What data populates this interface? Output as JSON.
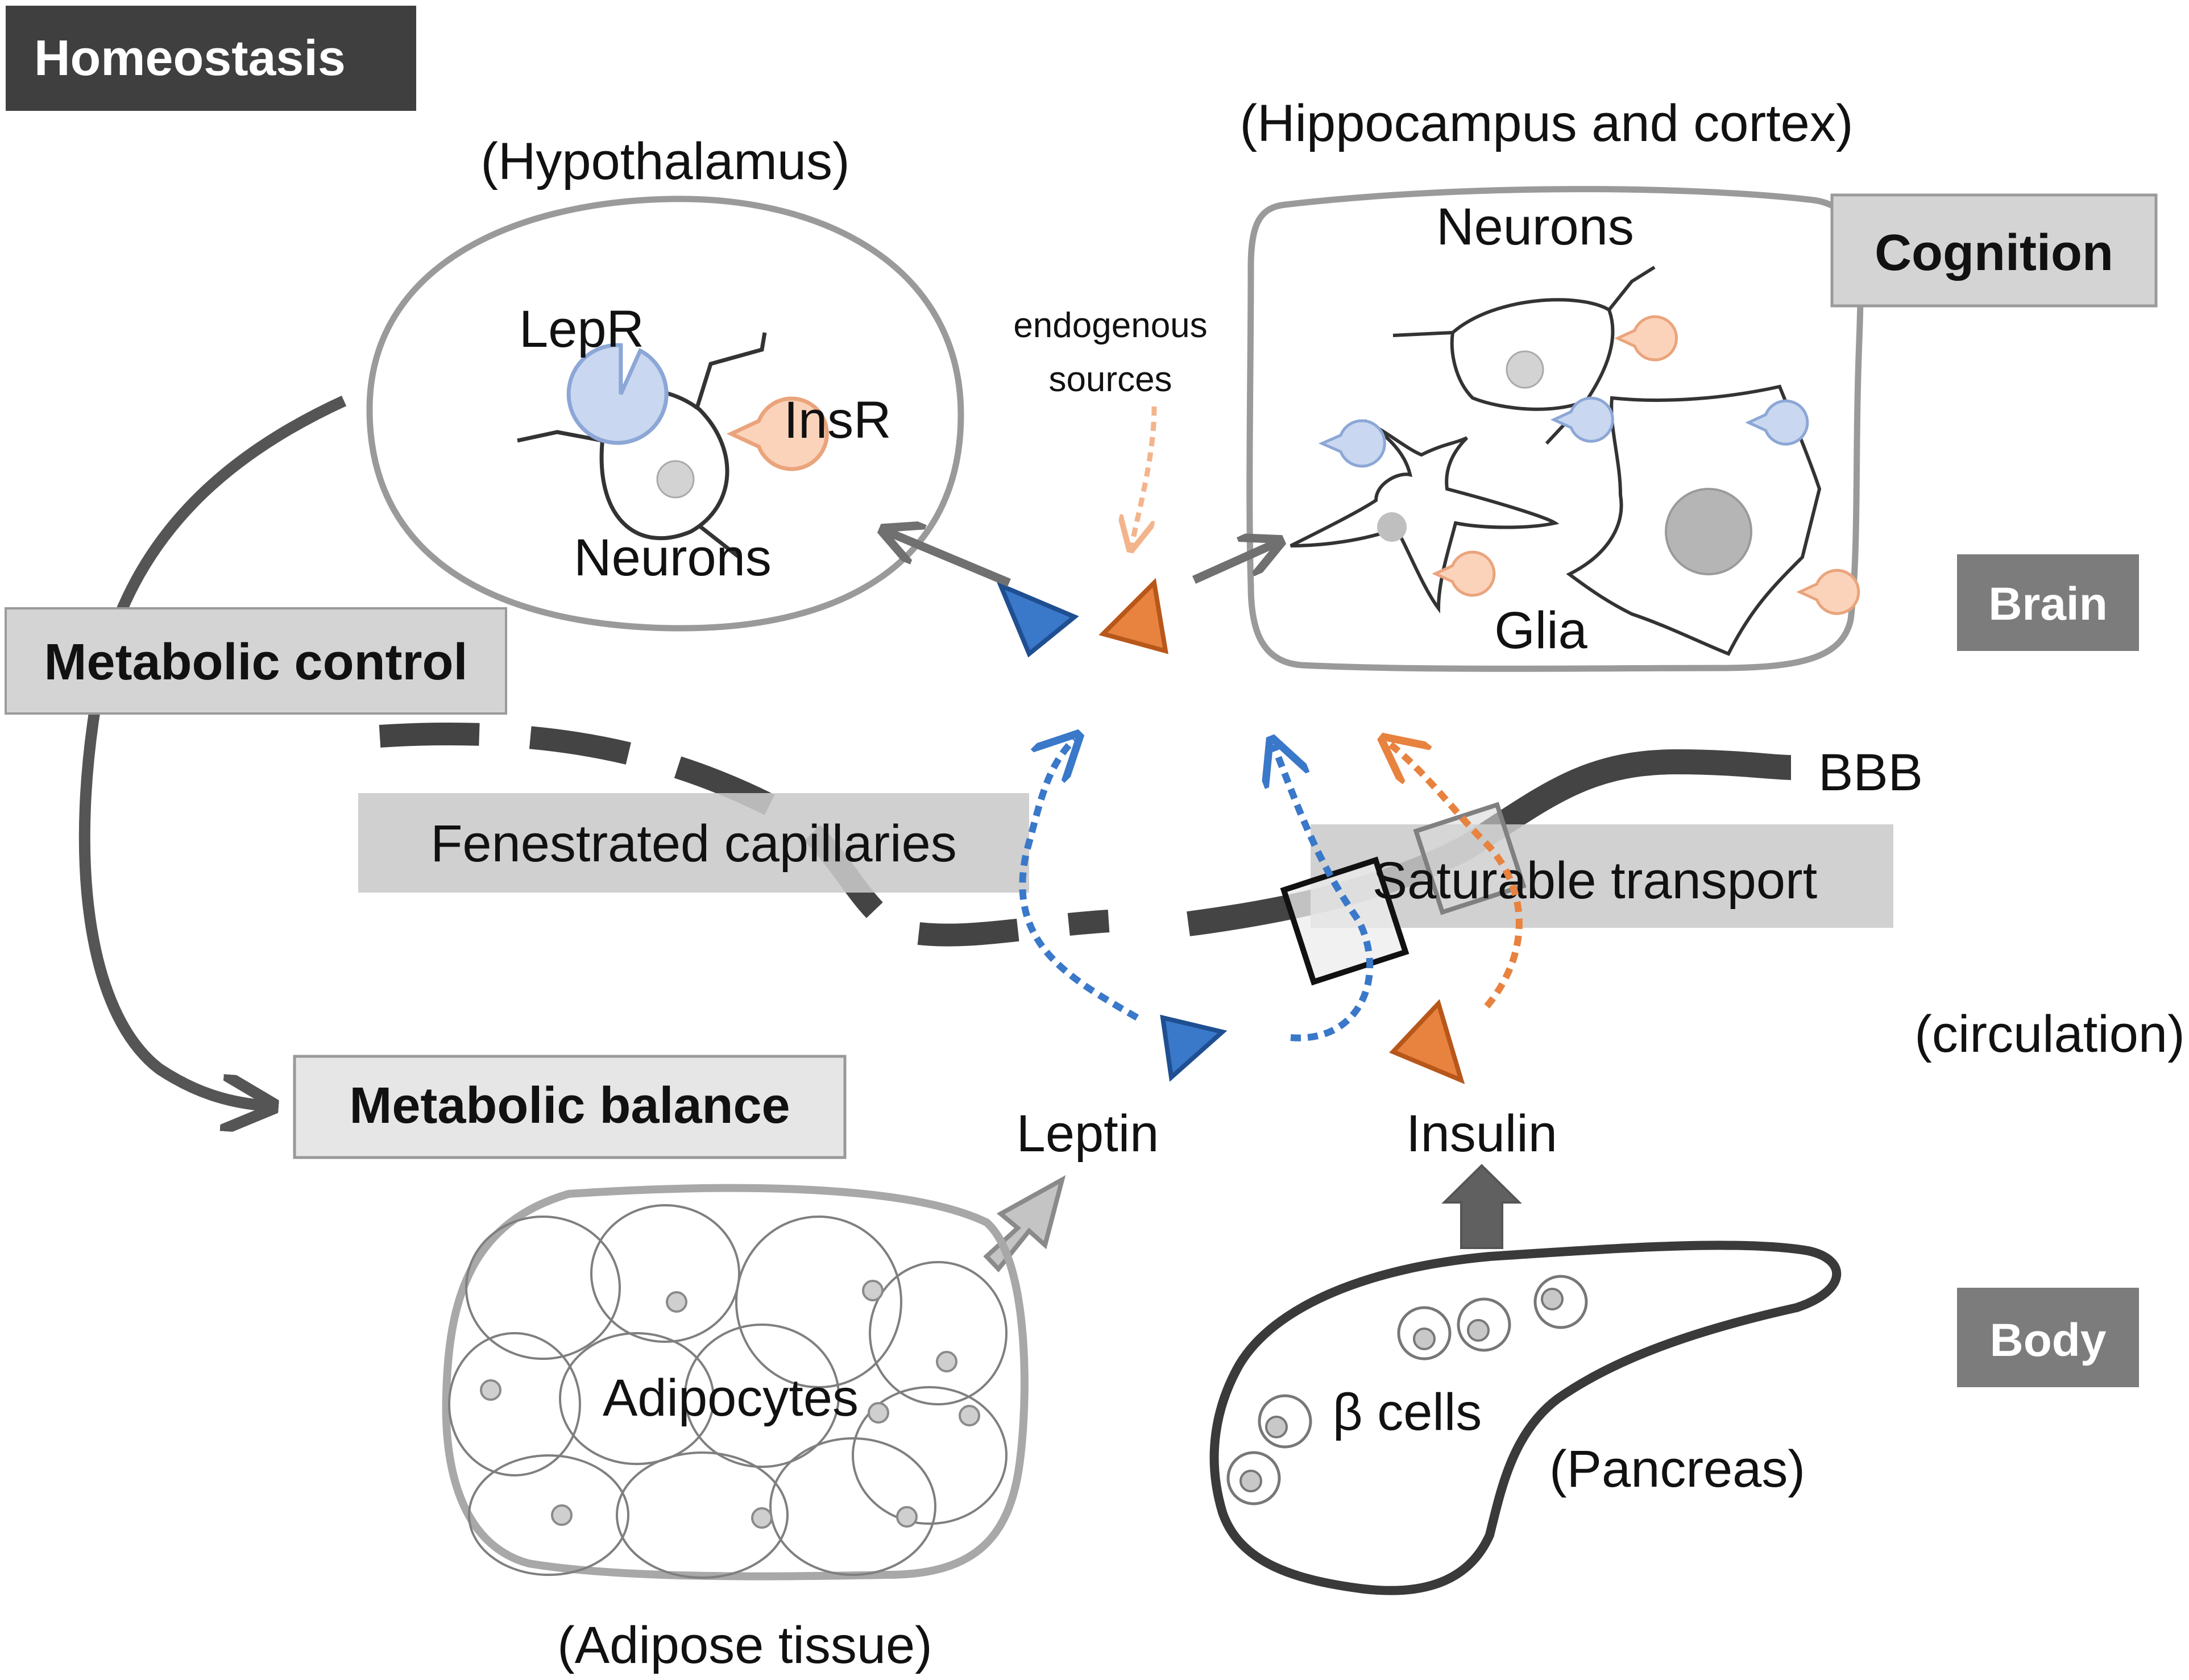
{
  "title": "Homeostasis",
  "regions": {
    "brain": "Brain",
    "body": "Body"
  },
  "hypothalamus": {
    "caption": "(Hypothalamus)",
    "lepr": "LepR",
    "insr": "InsR",
    "neurons": "Neurons"
  },
  "hippocampus": {
    "caption": "(Hippocampus and cortex)",
    "neurons": "Neurons",
    "glia": "Glia",
    "cognition": "Cognition"
  },
  "endogenous": {
    "line1": "endogenous",
    "line2": "sources"
  },
  "boxes": {
    "metabolic_control": "Metabolic control",
    "metabolic_balance": "Metabolic balance",
    "fenestrated": "Fenestrated capillaries",
    "saturable": "Saturable transport"
  },
  "barrier": {
    "bbb": "BBB",
    "circulation": "(circulation)"
  },
  "hormones": {
    "leptin": "Leptin",
    "insulin": "Insulin"
  },
  "adipose": {
    "cells": "Adipocytes",
    "caption": "(Adipose tissue)"
  },
  "pancreas": {
    "cells": "β cells",
    "caption": "(Pancreas)"
  },
  "colors": {
    "leptin": "#3a78c9",
    "insulin": "#e8823f",
    "lepr_receptor": "#c9d7f0",
    "insr_receptor": "#fbd3bb",
    "dark_gray": "#555555",
    "header_fill": "#3f3f3f",
    "box_fill": "#d4d4d4"
  }
}
